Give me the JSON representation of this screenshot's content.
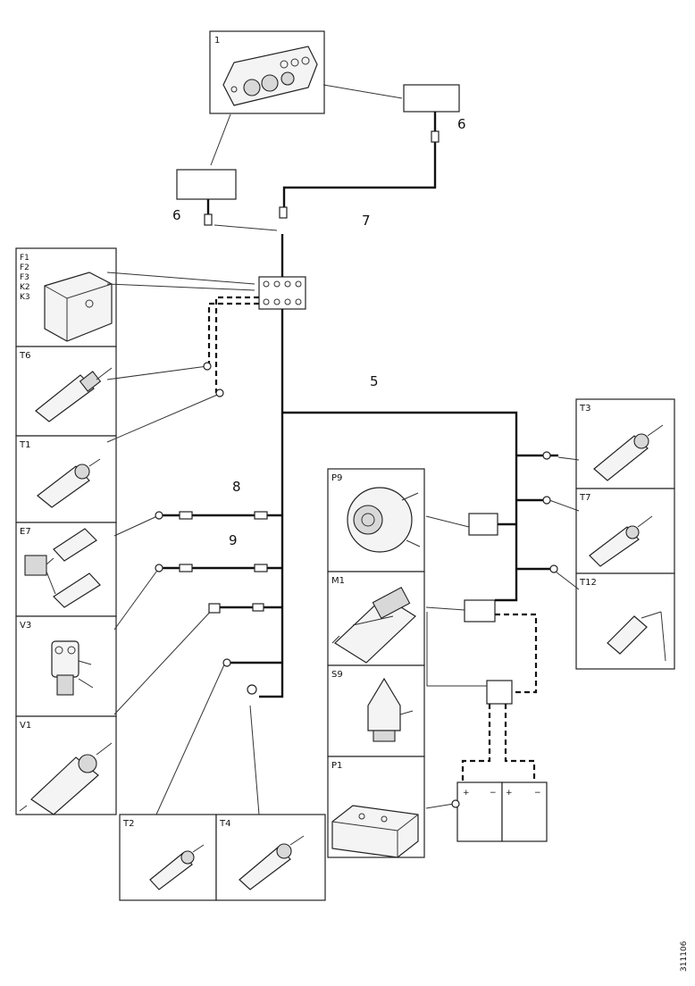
{
  "diagram": {
    "wire_numbers": [
      "5",
      "6",
      "6",
      "7",
      "8",
      "9"
    ],
    "component_labels": {
      "instrument_panel": "1",
      "relay_box_group": [
        "F1",
        "F2",
        "F3",
        "K2",
        "K3"
      ],
      "t6": "T6",
      "t1": "T1",
      "e7": "E7",
      "v3": "V3",
      "v1": "V1",
      "t2": "T2",
      "t4": "T4",
      "p9": "P9",
      "m1": "M1",
      "s9": "S9",
      "p1": "P1",
      "t3": "T3",
      "t7": "T7",
      "t12": "T12"
    },
    "drawing_code": "311106"
  }
}
